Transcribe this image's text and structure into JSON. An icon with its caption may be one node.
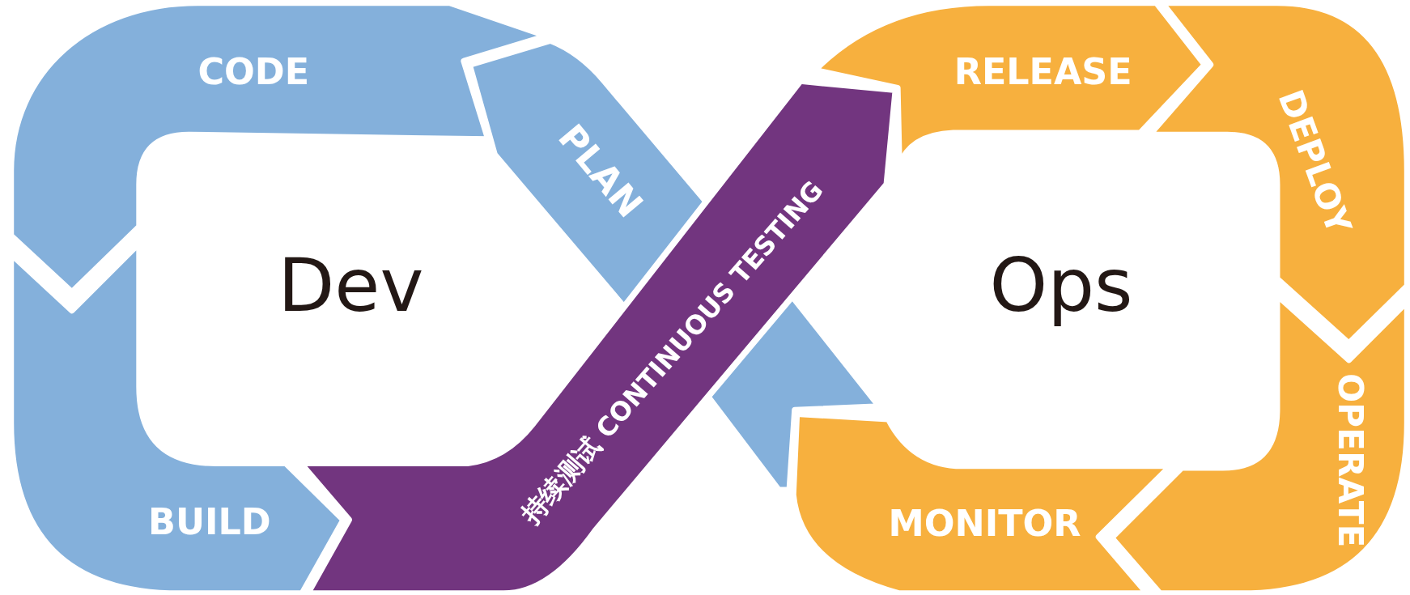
{
  "diagram": {
    "nodes": [
      {
        "text": [
          "CODE"
        ]
      },
      {
        "text": [
          "PLAN"
        ]
      },
      {
        "text": [
          "BUILD"
        ]
      },
      {
        "text": [
          "Dev"
        ]
      },
      {
        "text": [
          "持续测试 CONTINUOUS TESTING"
        ]
      },
      {
        "text": [
          "RELEASE"
        ]
      },
      {
        "text": [
          "DEPLOY"
        ]
      },
      {
        "text": [
          "OPERATE"
        ]
      },
      {
        "text": [
          "MONITOR"
        ]
      },
      {
        "text": [
          "Ops"
        ]
      }
    ]
  }
}
